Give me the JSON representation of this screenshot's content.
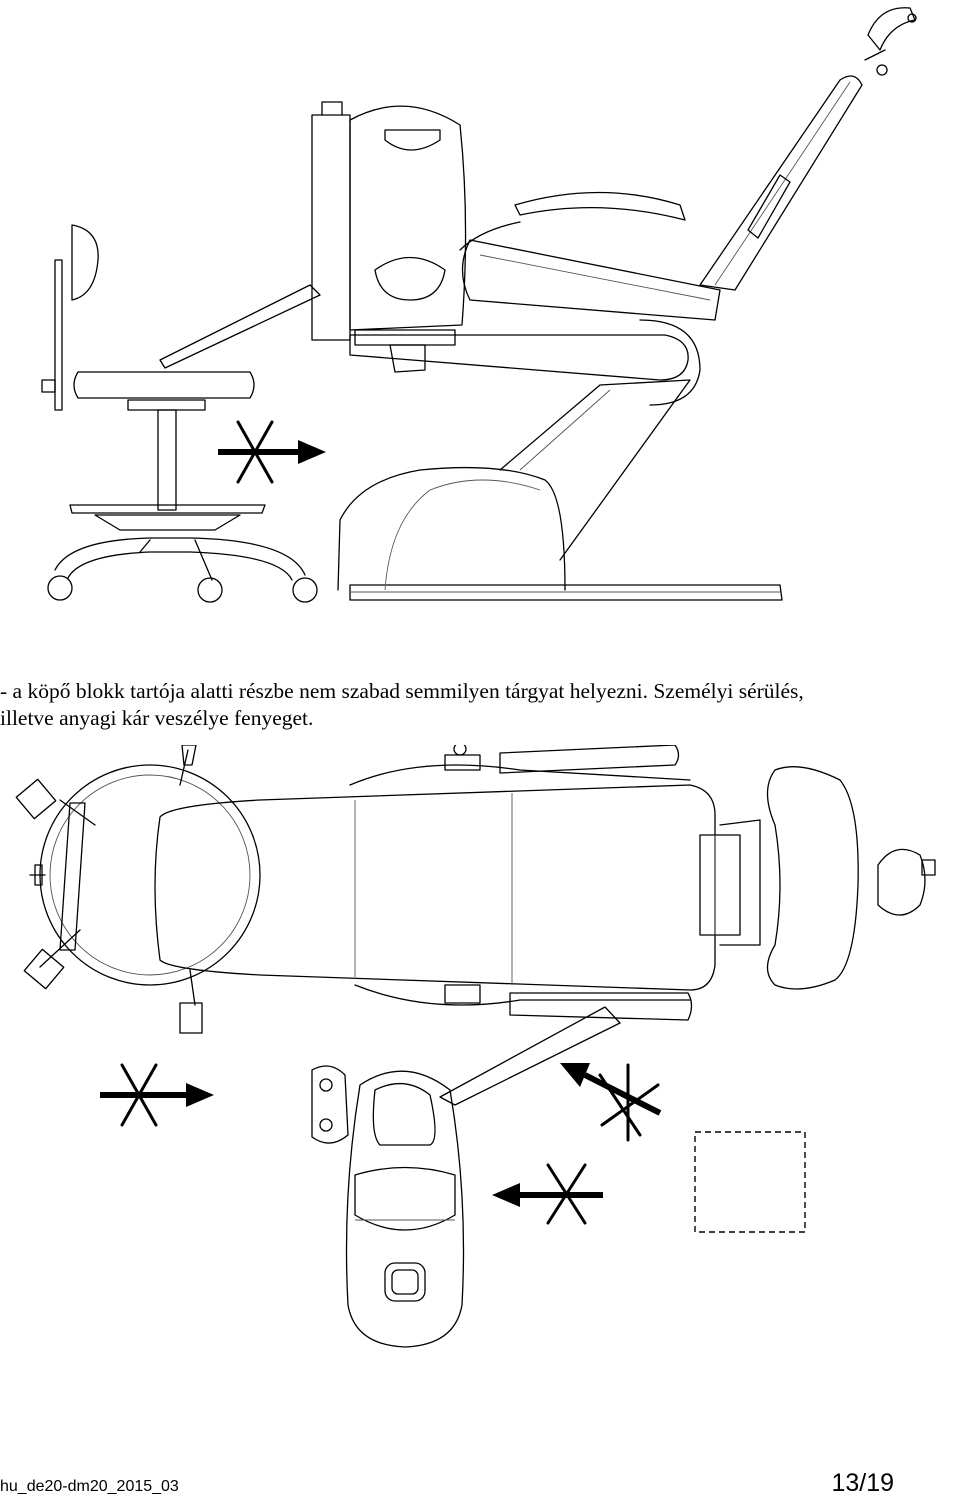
{
  "text": {
    "line1": "- a köpő blokk tartója alatti részbe nem szabad semmilyen tárgyat helyezni. Személyi sérülés,",
    "line2": "illetve anyagi kár veszélye fenyeget."
  },
  "footer": {
    "document_id": "hu_de20-dm20_2015_03",
    "page_number": "13/19"
  }
}
